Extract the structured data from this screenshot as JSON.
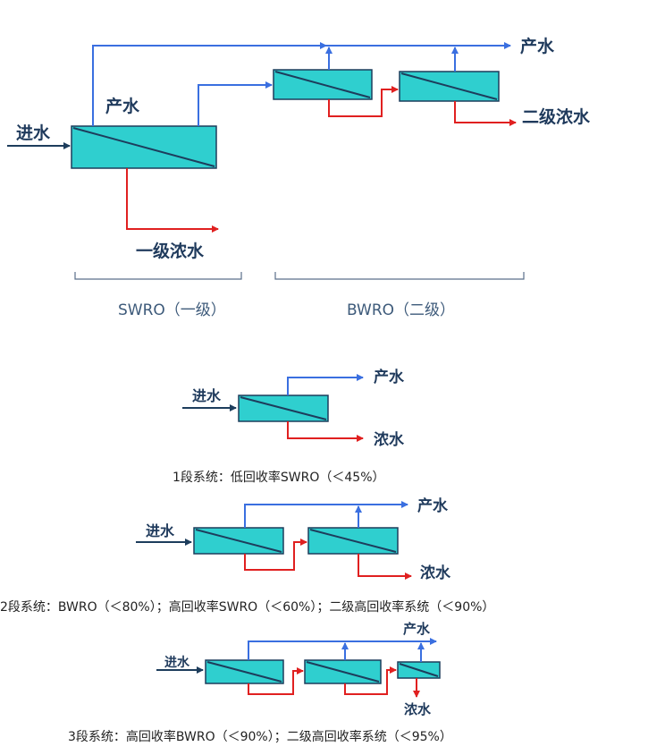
{
  "colors": {
    "module_fill": "#2fcfcf",
    "module_stroke": "#1d3d5c",
    "product_line": "#3a6fe0",
    "brine_line": "#e02020",
    "feed_line": "#1d3d5c",
    "label_text": "#1f3a5c"
  },
  "top": {
    "feed_label": "进水",
    "product_label_left": "产水",
    "product_label_right": "产水",
    "brine1_label": "一级浓水",
    "brine2_label": "二级浓水",
    "swro_bracket_label": "SWRO（一级）",
    "bwro_bracket_label": "BWRO（二级）"
  },
  "sys1": {
    "feed_label": "进水",
    "product_label": "产水",
    "brine_label": "浓水",
    "caption": "1段系统：低回收率SWRO（＜45%）"
  },
  "sys2": {
    "feed_label": "进水",
    "product_label": "产水",
    "brine_label": "浓水",
    "caption": "2段系统：BWRO（＜80%）；高回收率SWRO（＜60%）；二级高回收率系统（＜90%）"
  },
  "sys3": {
    "feed_label": "进水",
    "product_label": "产水",
    "brine_label": "浓水",
    "caption": "3段系统：高回收率BWRO（＜90%）；二级高回收率系统（＜95%）"
  }
}
